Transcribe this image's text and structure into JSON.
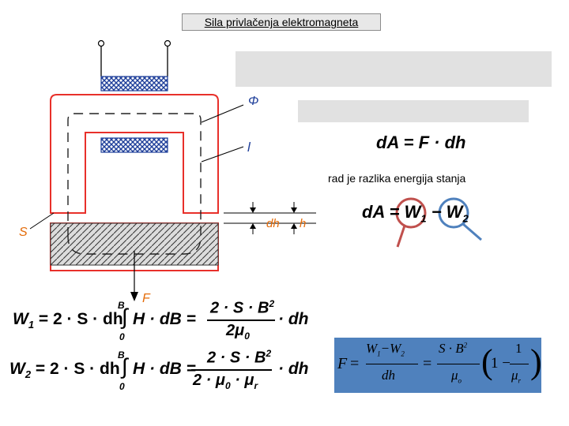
{
  "title": "Sila privlačenja elektromagneta",
  "labels": {
    "phi": "Φ",
    "l": "l",
    "S": "S",
    "dh": "dh",
    "h": "h",
    "F": "F"
  },
  "rad_text": "rad je razlika energija stanja",
  "eq_dA": "dA = F · dh",
  "eq_diff": {
    "lhs": "dA = ",
    "w1": "W",
    "w1_sub": "1",
    "minus": " − ",
    "w2": "W",
    "w2_sub": "2"
  },
  "eq_W1": {
    "lhs": "W",
    "sub": "1",
    "mid": " = 2 · S · dh",
    "int_top": "B",
    "int_bottom": "0",
    "integrand": "H · dB =",
    "num": "2 · S · B",
    "num_sup": "2",
    "den": "2μ",
    "den_sub": "0",
    "tail": "· dh"
  },
  "eq_W2": {
    "lhs": "W",
    "sub": "2",
    "mid": " = 2 · S · dh",
    "int_top": "B",
    "int_bottom": "0",
    "integrand": "H · dB =",
    "num": "2 · S · B",
    "num_sup": "2",
    "den": "2 · μ",
    "den_sub": "0",
    "den_tail": " · μ",
    "den_tail_sub": "r",
    "tail": "· dh"
  },
  "eq_F": {
    "lhs": "F",
    "n1": "W",
    "n1_sub": "1",
    "n_minus": "−W",
    "n2_sub": "2",
    "d1": "dh",
    "n3": "S · B",
    "n3_sup": "2",
    "d2": "μ",
    "d2_sub": "o",
    "paren_one": "1 −",
    "n4": "1",
    "d4": "μ",
    "d4_sub": "r"
  },
  "colors": {
    "core": "#e8302a",
    "coil": "#1f3f9a",
    "circle_red": "#c0504d",
    "circle_blue": "#4f81bd",
    "label_blue": "#1f3f9a",
    "label_orange": "#e46c0a"
  }
}
